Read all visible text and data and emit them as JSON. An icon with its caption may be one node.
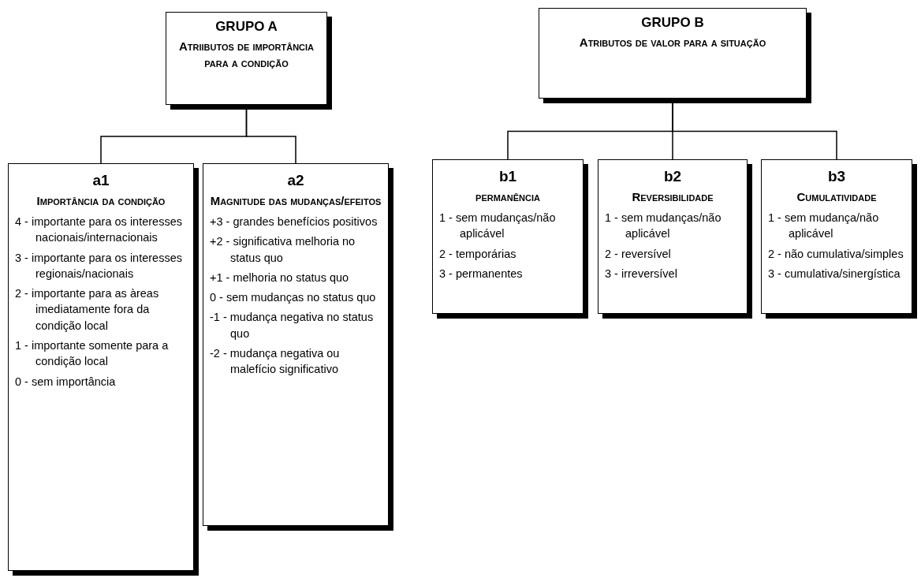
{
  "diagram": {
    "nodes": [
      {
        "text": [
          "GRUPO A",
          "Atriibutos de importância para a condição"
        ]
      },
      {
        "text": [
          "a1",
          "Importância da condição",
          "4 - importante para os interesses nacionais/internacionais",
          "3 - importante para os interesses regionais/nacionais",
          "2 - importante para as àreas imediatamente fora da condição local",
          "1 - importante somente para a condição local",
          "0 - sem importância"
        ]
      },
      {
        "text": [
          "a2",
          "Magnitude das mudanças/efeitos",
          "+3 - grandes benefícios positivos",
          "+2 - significativa melhoria no status quo",
          "+1 - melhoria no status quo",
          "0 - sem mudanças no status quo",
          "-1 - mudança negativa no status quo",
          "-2 - mudança negativa ou malefício significativo"
        ]
      },
      {
        "text": [
          "GRUPO B",
          "Atributos de valor para a situação"
        ]
      },
      {
        "text": [
          "b1",
          "permanência",
          "1 - sem mudanças/não aplicável",
          "2 - temporárias",
          "3 - permanentes"
        ]
      },
      {
        "text": [
          "b2",
          "Reversibilidade",
          "1 - sem mudanças/não aplicável",
          "2 - reversível",
          "3 - irreversível"
        ]
      },
      {
        "text": [
          "b3",
          "Cumulatividade",
          "1 - sem mudança/não aplicável",
          "2 - não cumulativa/simples",
          "3 - cumulativa/sinergística"
        ]
      }
    ],
    "edges": [
      {
        "from": 0,
        "to": 1,
        "arrow": "none"
      },
      {
        "from": 0,
        "to": 2,
        "arrow": "none"
      },
      {
        "from": 3,
        "to": 4,
        "arrow": "none"
      },
      {
        "from": 3,
        "to": 5,
        "arrow": "none"
      },
      {
        "from": 3,
        "to": 6,
        "arrow": "none"
      }
    ]
  }
}
